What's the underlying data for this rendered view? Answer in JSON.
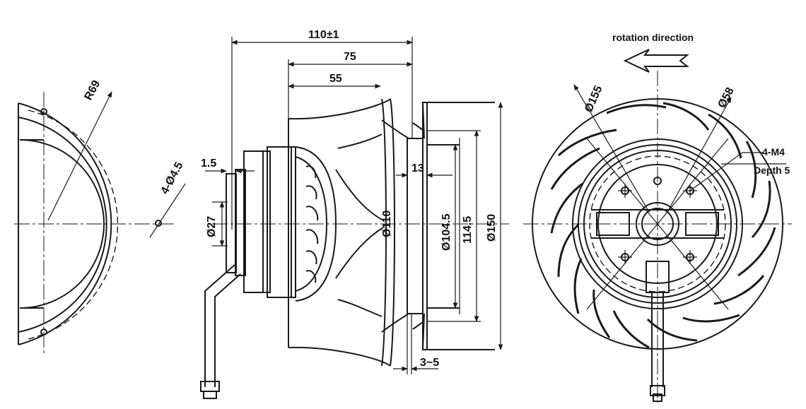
{
  "labels": {
    "r69": "R69",
    "holes_left": "4-Ø4.5",
    "dim_110": "110±1",
    "dim_75": "75",
    "dim_55": "55",
    "dim_1_5": "1.5",
    "dim_13": "13",
    "dim_d27": "Ø27",
    "dim_d110": "Ø110",
    "dim_d104_5": "Ø104.5",
    "dim_114_5": "114.5",
    "dim_d150": "Ø150",
    "dim_3_5": "3~5",
    "rotation": "rotation direction",
    "dim_d155": "Ø155",
    "dim_d58": "Ø58",
    "thread": "4-M4",
    "depth": "Depth 5"
  }
}
